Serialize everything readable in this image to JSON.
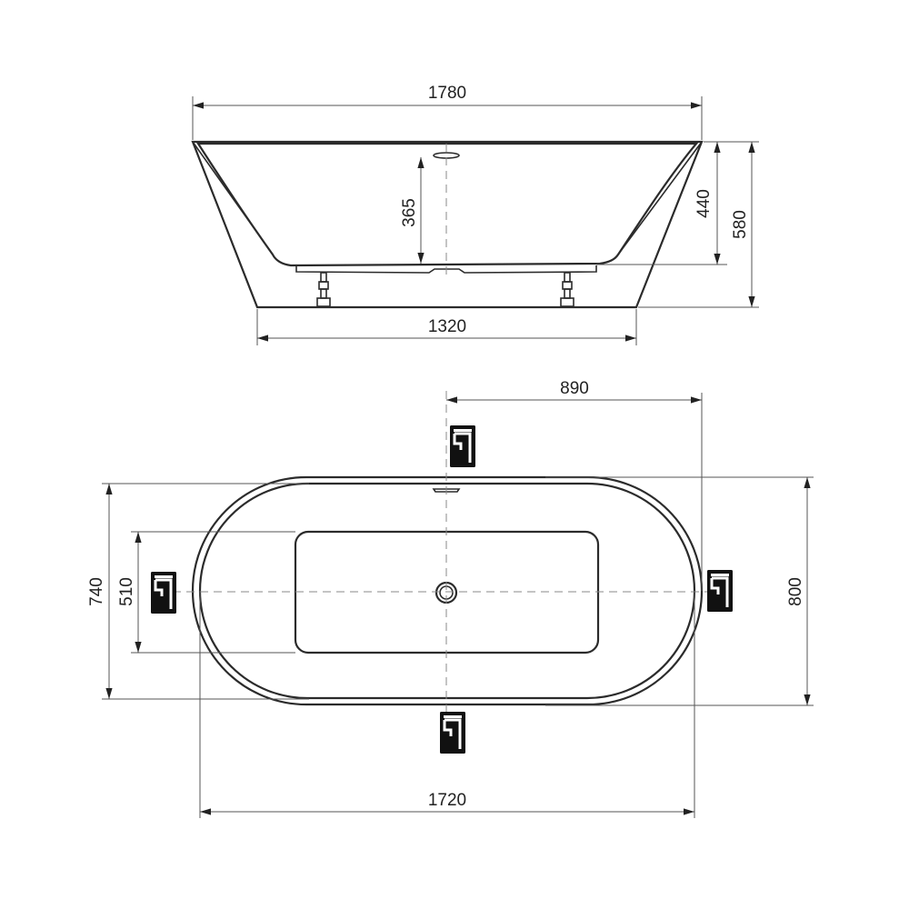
{
  "side_view": {
    "top_width": "1780",
    "inner_depth": "365",
    "mid_height": "440",
    "total_height": "580",
    "base_width": "1320"
  },
  "top_view": {
    "half_length": "890",
    "outer_width": "740",
    "inner_width": "510",
    "total_width": "800",
    "total_length": "1720"
  },
  "colors": {
    "line": "#2b2b2b",
    "icon_fill": "#111111",
    "icon_glyph": "#ffffff"
  },
  "icons": [
    "faucet-position-icon"
  ]
}
